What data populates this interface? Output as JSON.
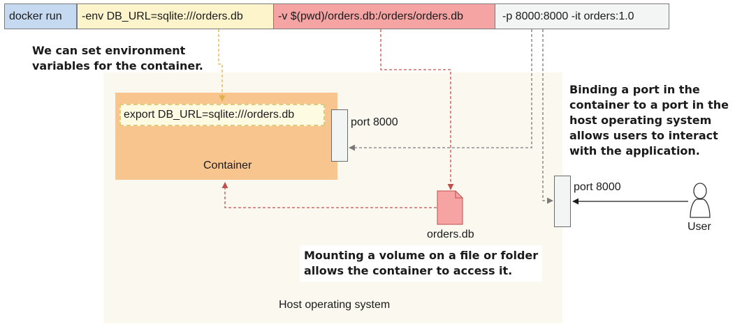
{
  "command": {
    "segments": [
      {
        "text": "docker run",
        "color": "#c5daf1"
      },
      {
        "text": "-env DB_URL=sqlite:///orders.db",
        "color": "#fdf4cc"
      },
      {
        "text": "-v $(pwd)/orders.db:/orders/orders.db",
        "color": "#f5a3a3"
      },
      {
        "text": "-p 8000:8000 -it orders:1.0",
        "color": "#f3f4f4"
      }
    ]
  },
  "notes": {
    "env": "We can set environment\nvariables for the container.",
    "port": "Binding a port in the\ncontainer to a port in the\nhost operating system\nallows users to interact\nwith the application.",
    "volume": "Mounting a volume on a file or folder\nallows the container to access it."
  },
  "host": {
    "label": "Host operating system",
    "color": "#faf8ef"
  },
  "container": {
    "label": "Container",
    "env_line": "export DB_URL=sqlite:///orders.db",
    "color": "#f9c58f"
  },
  "ports": {
    "container_port_label": "port 8000",
    "host_port_label": "port 8000"
  },
  "file": {
    "label": "orders.db",
    "color": "#f5a3a3"
  },
  "user": {
    "label": "User"
  },
  "colors": {
    "env_arrow": "#e0b04a",
    "volume_arrow": "#c0504d",
    "port_arrow": "#7a7a7a"
  }
}
